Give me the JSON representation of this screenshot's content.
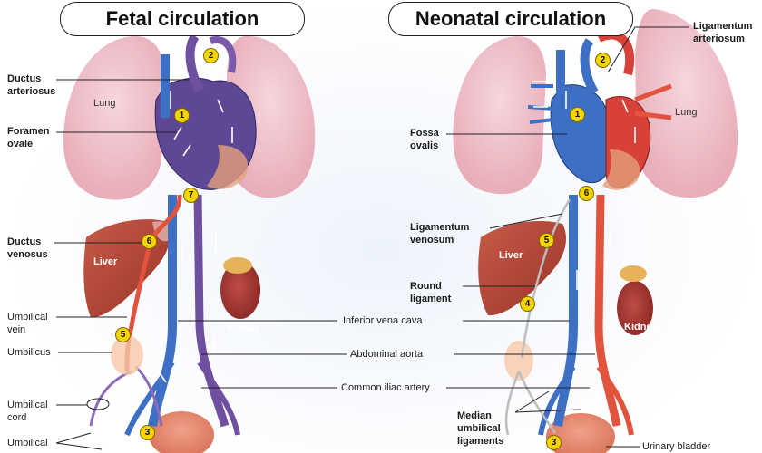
{
  "titles": {
    "fetal": "Fetal circulation",
    "neonatal": "Neonatal circulation"
  },
  "fetal_labels": {
    "ductus_arteriosus": "Ductus\narteriosus",
    "foramen_ovale": "Foramen\novale",
    "ductus_venosus": "Ductus\nvenosus",
    "umbilical_vein": "Umbilical\nvein",
    "umbilicus": "Umbilicus",
    "umbilical_cord": "Umbilical\ncord",
    "umbilical_bottom": "Umbilical"
  },
  "neonatal_labels": {
    "ligamentum_arteriosum": "Ligamentum\narteriosum",
    "fossa_ovalis": "Fossa\novalis",
    "ligamentum_venosum": "Ligamentum\nvenosum",
    "round_ligament": "Round\nligament",
    "median_umbilical_ligaments": "Median\numbilical\nligaments",
    "urinary_bladder": "Urinary bladder"
  },
  "shared_labels": {
    "inferior_vena_cava": "Inferior vena cava",
    "abdominal_aorta": "Abdominal aorta",
    "common_iliac_artery": "Common iliac artery"
  },
  "organs": {
    "fetal_lung": "Lung",
    "fetal_liver": "Liver",
    "fetal_kidney": "Kidney",
    "neo_lung": "Lung",
    "neo_liver": "Liver",
    "neo_kidney": "Kidney"
  },
  "markers": {
    "f1": "1",
    "f2": "2",
    "f3": "3",
    "f5": "5",
    "f6": "6",
    "f7": "7",
    "n1": "1",
    "n2": "2",
    "n3": "3",
    "n4": "4",
    "n5": "5",
    "n6": "6"
  },
  "colors": {
    "lung": "#f0c4cc",
    "liver": "#b8483a",
    "kidney": "#a83a35",
    "vein": "#3d6fc4",
    "artery": "#e2533e",
    "mixed": "#6f4fa0"
  }
}
